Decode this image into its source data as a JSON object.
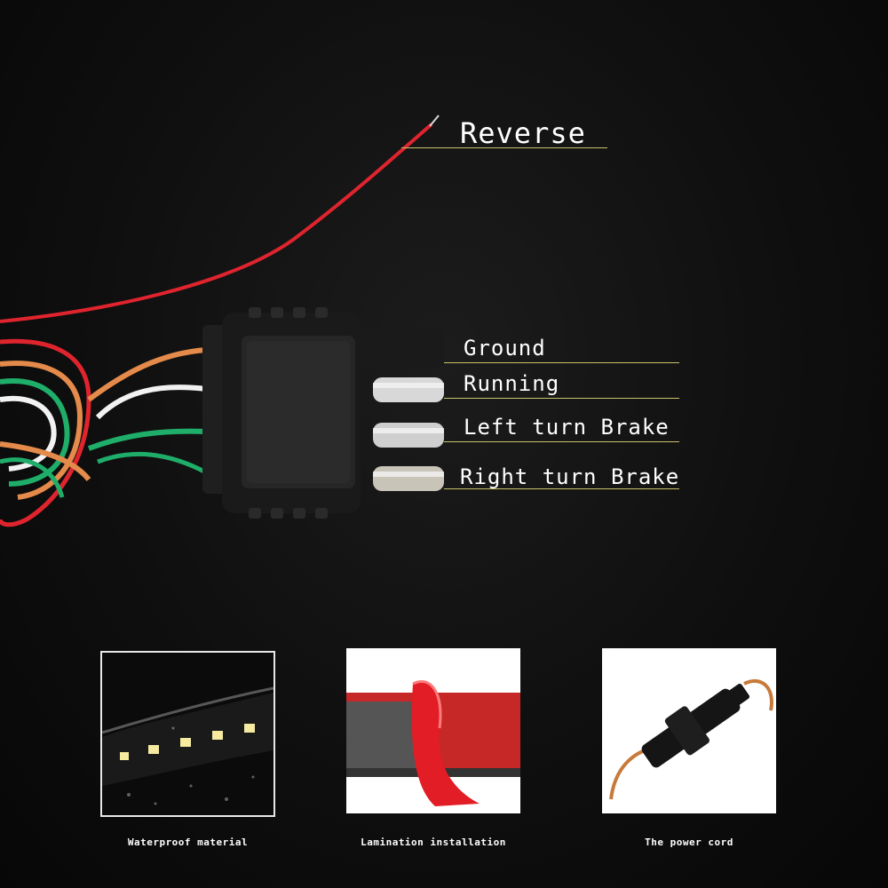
{
  "wire_labels": {
    "reverse": "Reverse",
    "ground": "Ground",
    "running": "Running",
    "left_turn": "Left turn Brake",
    "right_turn": "Right turn Brake"
  },
  "features": [
    {
      "caption": "Waterproof material"
    },
    {
      "caption": "Lamination installation"
    },
    {
      "caption": "The power cord"
    }
  ],
  "colors": {
    "background": "#0f0f0f",
    "wire_red": "#e0242e",
    "wire_orange": "#e48a4a",
    "wire_white": "#f2f2f2",
    "wire_green": "#1fae6a",
    "connector": "#1a1a1a",
    "label_underline": "#c9c26a"
  }
}
